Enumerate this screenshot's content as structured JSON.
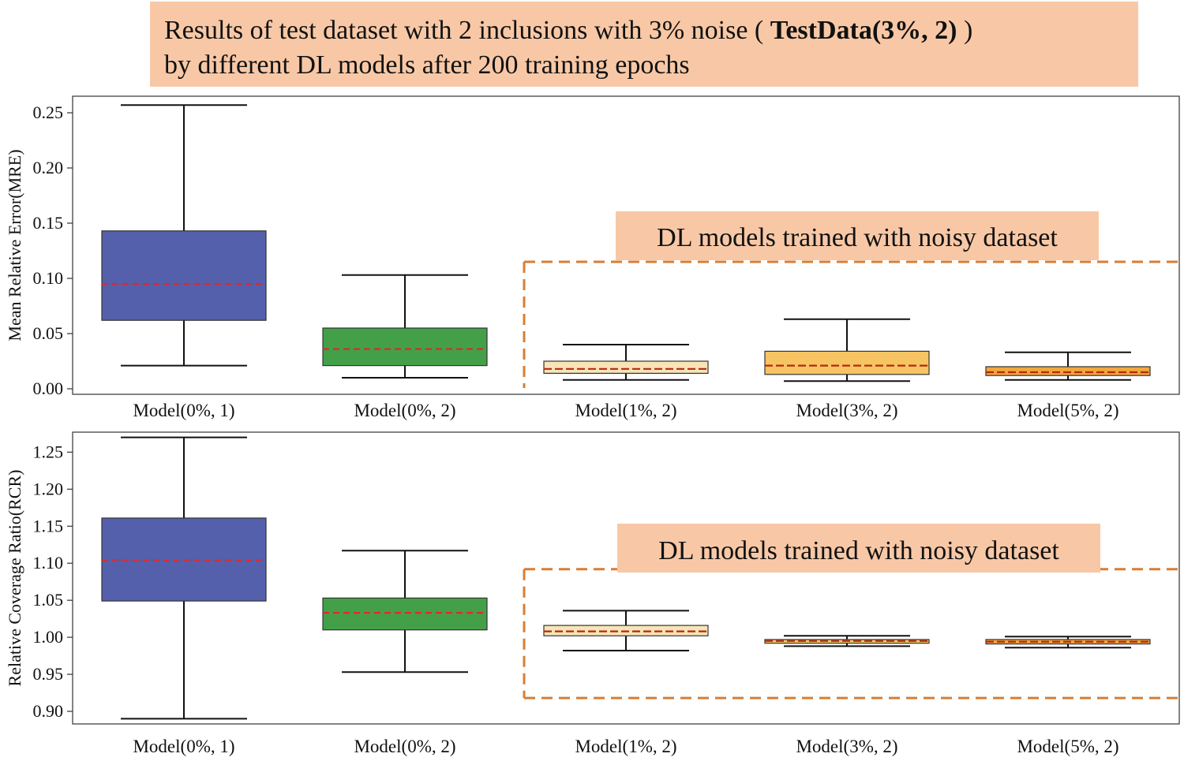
{
  "title": {
    "line1_prefix": "Results of test dataset with 2 inclusions with 3% noise ( ",
    "line1_bold": "TestData(3%, 2)",
    "line1_suffix": " )",
    "line2": "by different DL models after 200 training epochs"
  },
  "colors": {
    "model_0_1": "#5460ab",
    "model_0_2": "#43a048",
    "model_1_2": "#f8e4b8",
    "model_3_2": "#f7c463",
    "model_5_2": "#f2a63c",
    "median_line": "#e3262d",
    "median_line_noisy": "#b42a0c",
    "annotation_bg": "#f8c8a6",
    "dashed_region": "#d87d34"
  },
  "chart_data": [
    {
      "type": "box",
      "ylabel": "Mean Relative Error(MRE)",
      "ylim": [
        -0.005,
        0.265
      ],
      "yticks": [
        "0.00",
        "0.05",
        "0.10",
        "0.15",
        "0.20",
        "0.25"
      ],
      "ytick_values": [
        0.0,
        0.05,
        0.1,
        0.15,
        0.2,
        0.25
      ],
      "categories": [
        "Model(0%, 1)",
        "Model(0%, 2)",
        "Model(1%, 2)",
        "Model(3%, 2)",
        "Model(5%, 2)"
      ],
      "boxes": [
        {
          "whisker_low": 0.021,
          "q1": 0.062,
          "median": 0.095,
          "q3": 0.143,
          "whisker_high": 0.257
        },
        {
          "whisker_low": 0.01,
          "q1": 0.021,
          "median": 0.036,
          "q3": 0.055,
          "whisker_high": 0.103
        },
        {
          "whisker_low": 0.008,
          "q1": 0.014,
          "median": 0.018,
          "q3": 0.025,
          "whisker_high": 0.04
        },
        {
          "whisker_low": 0.007,
          "q1": 0.013,
          "median": 0.021,
          "q3": 0.034,
          "whisker_high": 0.063
        },
        {
          "whisker_low": 0.008,
          "q1": 0.012,
          "median": 0.015,
          "q3": 0.02,
          "whisker_high": 0.033
        }
      ],
      "annotation": "DL models trained with noisy dataset",
      "noisy_region_from_category": 2,
      "noisy_region_y_top": 0.115
    },
    {
      "type": "box",
      "ylabel": "Relative Coverage Ratio(RCR)",
      "ylim": [
        0.883,
        1.277
      ],
      "yticks": [
        "0.90",
        "0.95",
        "1.00",
        "1.05",
        "1.10",
        "1.15",
        "1.20",
        "1.25"
      ],
      "ytick_values": [
        0.9,
        0.95,
        1.0,
        1.05,
        1.1,
        1.15,
        1.2,
        1.25
      ],
      "categories": [
        "Model(0%, 1)",
        "Model(0%, 2)",
        "Model(1%, 2)",
        "Model(3%, 2)",
        "Model(5%, 2)"
      ],
      "boxes": [
        {
          "whisker_low": 0.89,
          "q1": 1.049,
          "median": 1.104,
          "q3": 1.161,
          "whisker_high": 1.27
        },
        {
          "whisker_low": 0.953,
          "q1": 1.01,
          "median": 1.033,
          "q3": 1.053,
          "whisker_high": 1.117
        },
        {
          "whisker_low": 0.982,
          "q1": 1.002,
          "median": 1.008,
          "q3": 1.016,
          "whisker_high": 1.036
        },
        {
          "whisker_low": 0.988,
          "q1": 0.992,
          "median": 0.995,
          "q3": 0.997,
          "whisker_high": 1.002
        },
        {
          "whisker_low": 0.986,
          "q1": 0.991,
          "median": 0.994,
          "q3": 0.997,
          "whisker_high": 1.001
        }
      ],
      "annotation": "DL models trained with noisy dataset",
      "noisy_region_from_category": 2,
      "noisy_region_y_top": 1.092,
      "noisy_region_y_bottom": 0.918
    }
  ]
}
